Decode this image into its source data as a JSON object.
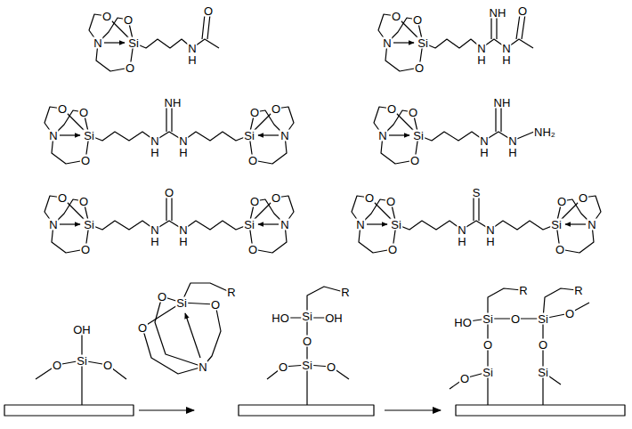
{
  "diagram": {
    "labels": [
      "O",
      "O",
      "N",
      "Si",
      "O",
      "O",
      "N",
      "H",
      "O",
      "O",
      "N",
      "Si",
      "O",
      "NH",
      "O",
      "N",
      "H",
      "N",
      "H",
      "O",
      "O",
      "N",
      "Si",
      "O",
      "NH",
      "N",
      "H",
      "N",
      "H",
      "O",
      "O",
      "Si",
      "N",
      "O",
      "O",
      "O",
      "N",
      "Si",
      "O",
      "NH",
      "N",
      "H",
      "N",
      "H",
      "NH₂",
      "O",
      "O",
      "N",
      "Si",
      "O",
      "O",
      "N",
      "H",
      "N",
      "H",
      "O",
      "O",
      "Si",
      "N",
      "O",
      "O",
      "O",
      "N",
      "Si",
      "O",
      "S",
      "N",
      "H",
      "N",
      "H",
      "O",
      "O",
      "Si",
      "N",
      "O",
      "OH",
      "Si",
      "O",
      "O",
      "R",
      "O",
      "Si",
      "O",
      "O",
      "N",
      "R",
      "HO",
      "Si",
      "OH",
      "O",
      "Si",
      "O",
      "O",
      "R",
      "R",
      "HO",
      "Si",
      "O",
      "Si",
      "O",
      "O",
      "O",
      "O",
      "Si",
      "Si"
    ]
  }
}
